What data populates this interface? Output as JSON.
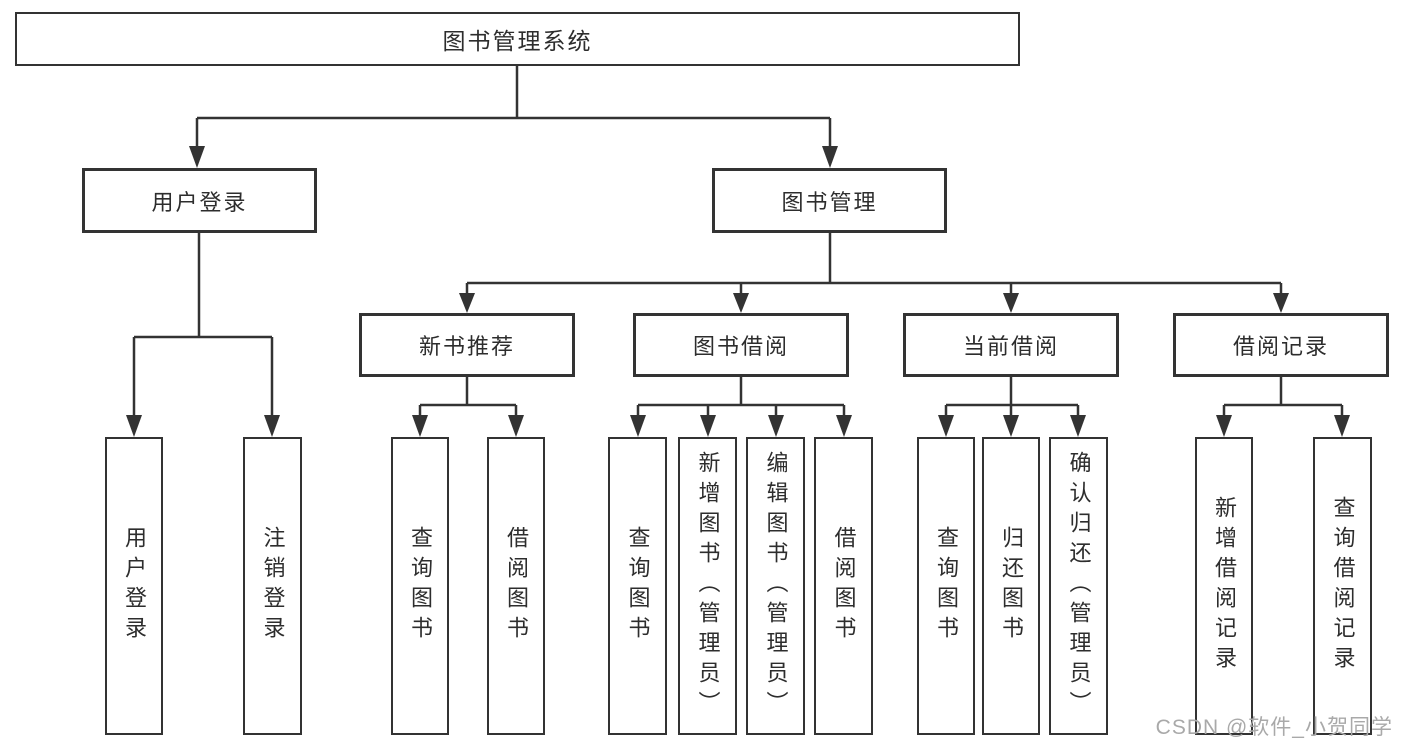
{
  "tree": {
    "label": "图书管理系统",
    "children": [
      {
        "label": "用户登录",
        "children": [
          {
            "label": "用户登录"
          },
          {
            "label": "注销登录"
          }
        ]
      },
      {
        "label": "图书管理",
        "children": [
          {
            "label": "新书推荐",
            "children": [
              {
                "label": "查询图书"
              },
              {
                "label": "借阅图书"
              }
            ]
          },
          {
            "label": "图书借阅",
            "children": [
              {
                "label": "查询图书"
              },
              {
                "label": "新增图书（管理员）"
              },
              {
                "label": "编辑图书（管理员）"
              },
              {
                "label": "借阅图书"
              }
            ]
          },
          {
            "label": "当前借阅",
            "children": [
              {
                "label": "查询图书"
              },
              {
                "label": "归还图书"
              },
              {
                "label": "确认归还（管理员）"
              }
            ]
          },
          {
            "label": "借阅记录",
            "children": [
              {
                "label": "新增借阅记录"
              },
              {
                "label": "查询借阅记录"
              }
            ]
          }
        ]
      }
    ]
  },
  "watermark": "CSDN @软件_小贺同学",
  "colors": {
    "line": "#333333",
    "text": "#2d2d2d",
    "watermark": "#a9a9a9",
    "background": "#ffffff"
  }
}
